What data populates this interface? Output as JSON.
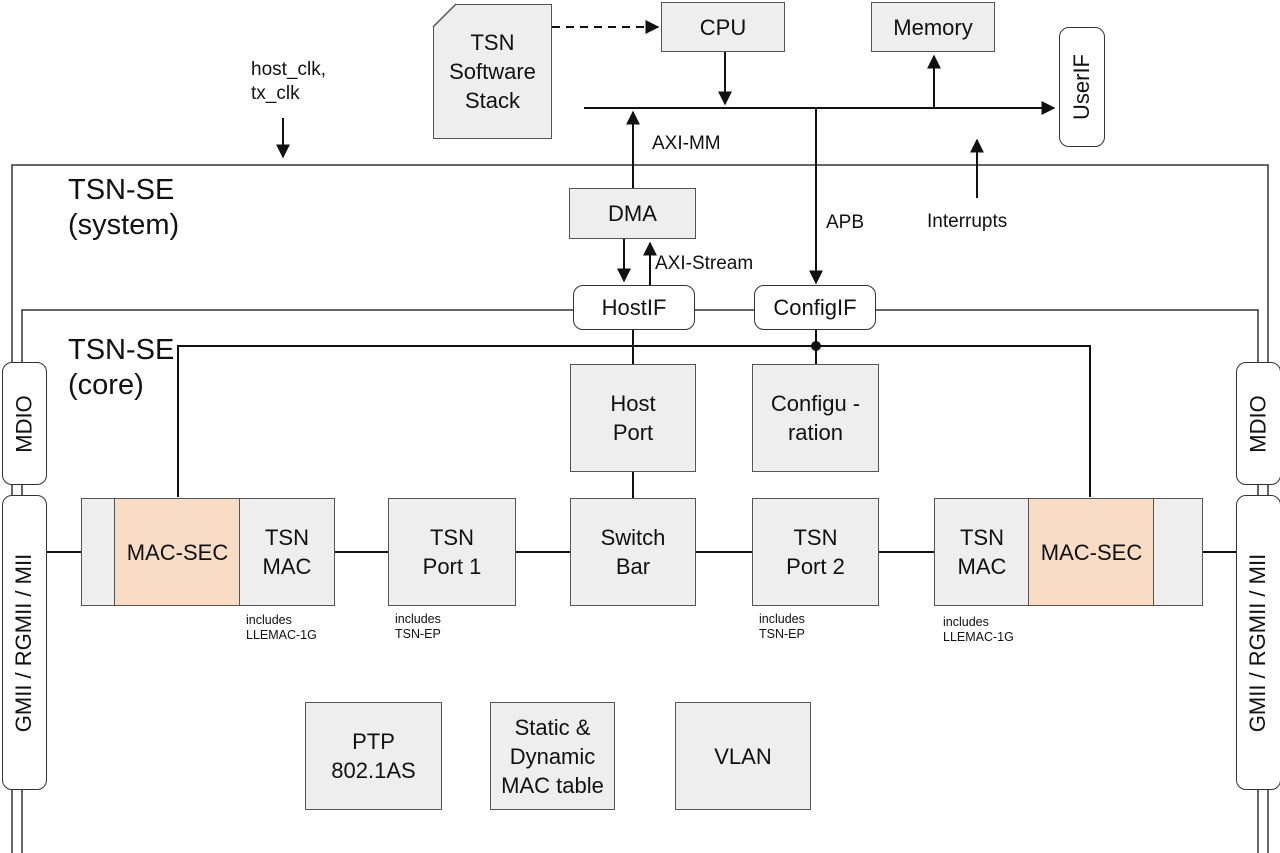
{
  "clock_label": "host_clk,\ntx_clk",
  "system": {
    "title": "TSN-SE\n(system)"
  },
  "core": {
    "title": "TSN-SE\n(core)"
  },
  "top": {
    "software_stack": "TSN\nSoftware\nStack",
    "cpu": "CPU",
    "memory": "Memory",
    "userif": "UserIF",
    "axi_mm": "AXI-MM",
    "apb": "APB",
    "interrupts": "Interrupts"
  },
  "dma": "DMA",
  "axi_stream": "AXI-Stream",
  "hostif": "HostIF",
  "configif": "ConfigIF",
  "left_side": {
    "mdio": "MDIO",
    "gmii": "GMII / RGMII / MII"
  },
  "right_side": {
    "mdio": "MDIO",
    "gmii": "GMII / RGMII / MII"
  },
  "host_port": "Host\nPort",
  "configuration": "Configu -\nration",
  "switch_bar": "Switch\nBar",
  "left_chain": {
    "macsec": "MAC-SEC",
    "tsn_mac": "TSN\nMAC",
    "mac_note": "includes\nLLEMAC-1G",
    "port": "TSN\nPort 1",
    "port_note": "includes\nTSN-EP"
  },
  "right_chain": {
    "macsec": "MAC-SEC",
    "tsn_mac": "TSN\nMAC",
    "mac_note": "includes\nLLEMAC-1G",
    "port": "TSN\nPort 2",
    "port_note": "includes\nTSN-EP"
  },
  "bottom": {
    "ptp": "PTP\n802.1AS",
    "mac_table": "Static &\nDynamic\nMAC table",
    "vlan": "VLAN"
  },
  "colors": {
    "macsec_fill": "#f9dcc6",
    "block_fill": "#eeeeee",
    "line": "#111111"
  }
}
